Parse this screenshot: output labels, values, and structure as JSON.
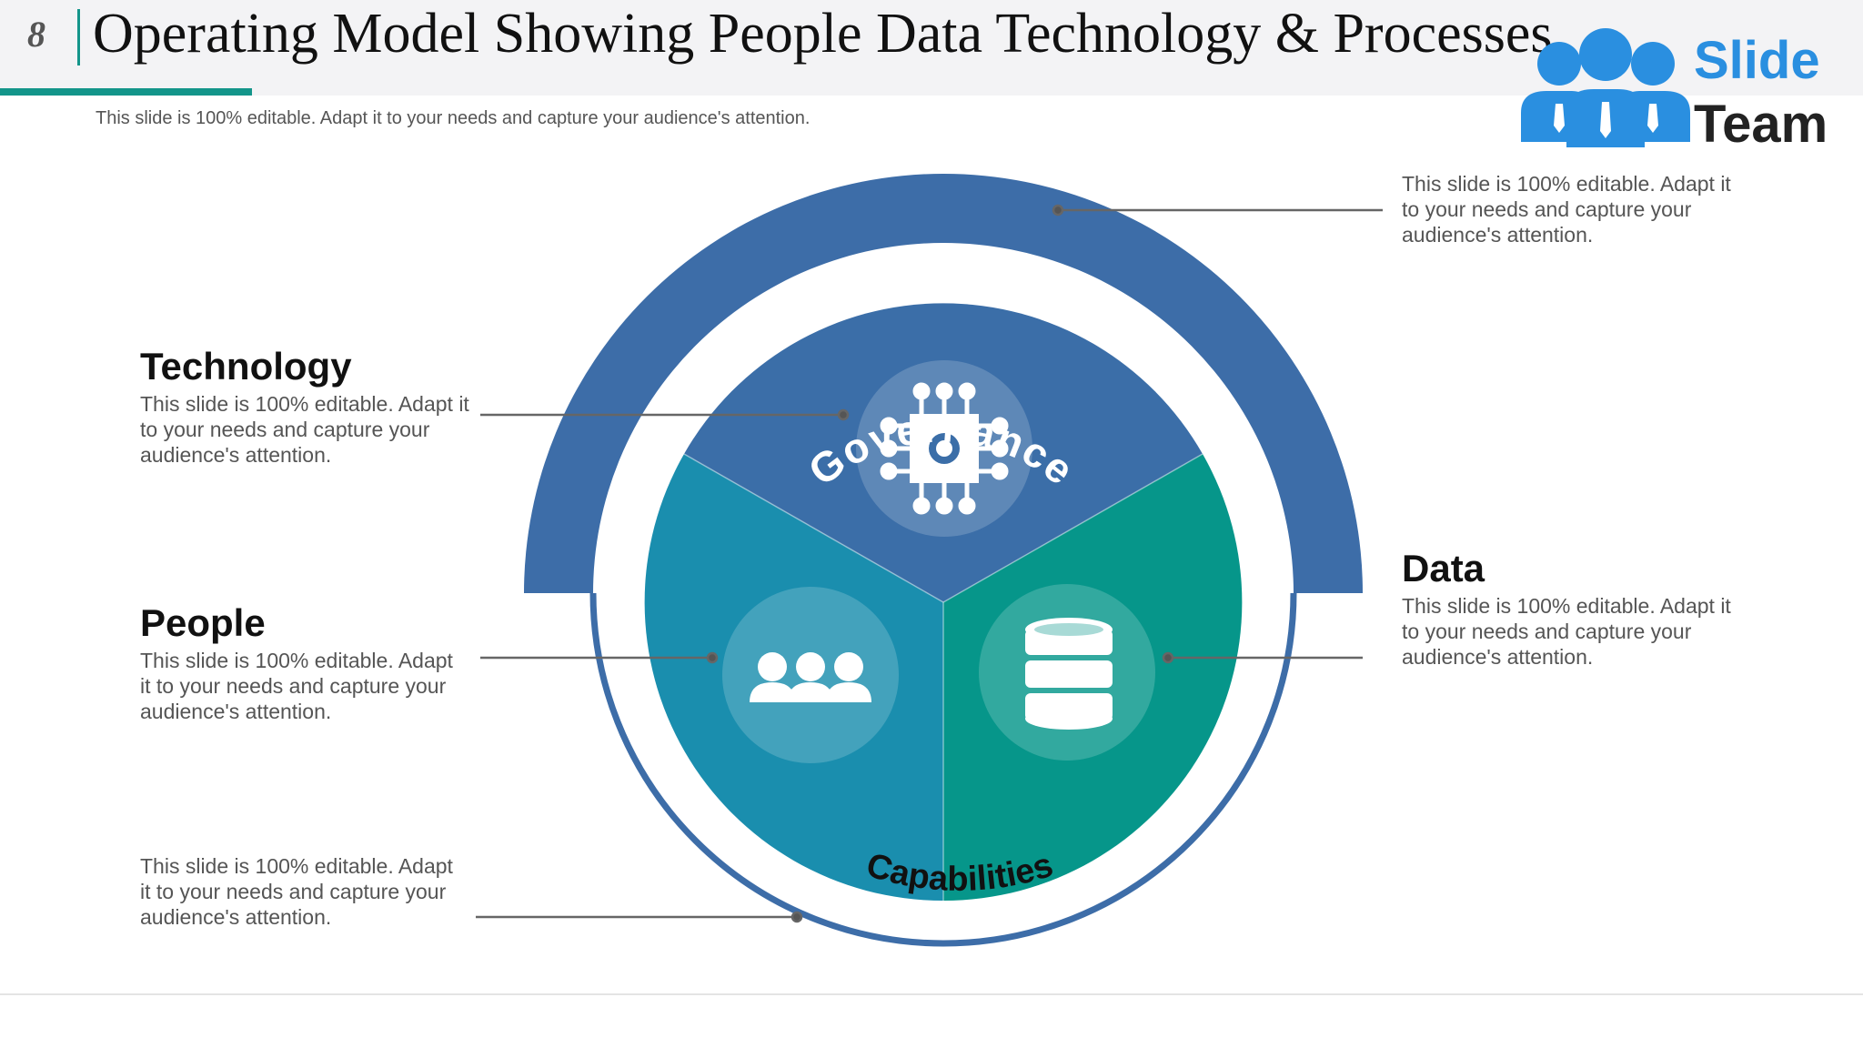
{
  "header": {
    "slide_number": "8",
    "title": "Operating Model Showing People Data Technology & Processes",
    "subtitle": "This slide is 100% editable. Adapt it to your needs and capture your audience's attention."
  },
  "logo": {
    "line1": "Slide",
    "line2": "Team"
  },
  "diagram": {
    "outer_ring_label": "Governance",
    "bottom_ring_label": "Capabilities",
    "segments": [
      {
        "name": "Technology",
        "icon": "chip-icon",
        "color": "#3b6ea8"
      },
      {
        "name": "People",
        "icon": "people-group-icon",
        "color": "#1a8eae"
      },
      {
        "name": "Data",
        "icon": "database-icon",
        "color": "#06968a"
      }
    ],
    "ring_color": "#3d6da8"
  },
  "callouts": {
    "governance": {
      "text": "This slide is 100% editable. Adapt it to your needs and capture your audience's attention."
    },
    "technology": {
      "title": "Technology",
      "text": "This slide is 100% editable. Adapt it to your needs and capture your audience's attention."
    },
    "people": {
      "title": "People",
      "text": "This slide is 100% editable. Adapt it to your needs and capture your audience's attention."
    },
    "data": {
      "title": "Data",
      "text": "This slide is 100% editable. Adapt it to your needs and capture your audience's attention."
    },
    "capabilities": {
      "text": "This slide is 100% editable. Adapt it to your needs and capture your audience's attention."
    }
  }
}
